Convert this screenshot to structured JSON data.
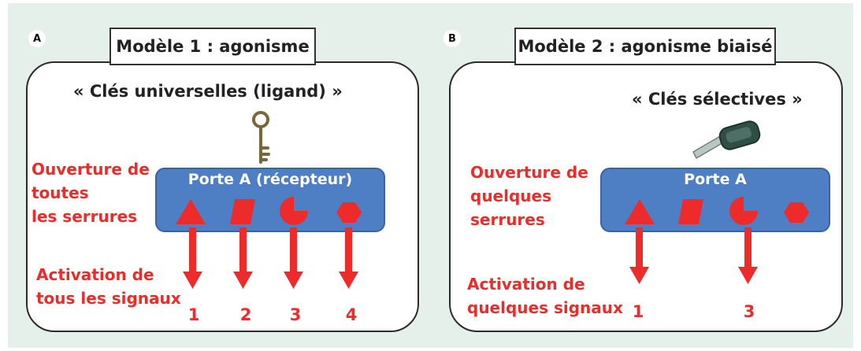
{
  "panel_a": {
    "badge": "A",
    "title": "Modèle 1 : agonisme",
    "subtitle": "« Clés universelles (ligand) »",
    "door_label": "Porte A (récepteur)",
    "opening_label": [
      "Ouverture de",
      "toutes",
      "les serrures"
    ],
    "activation_label": [
      "Activation de",
      "tous les signaux"
    ],
    "signals": [
      "1",
      "2",
      "3",
      "4"
    ]
  },
  "panel_b": {
    "badge": "B",
    "title": "Modèle 2 : agonisme biaisé",
    "subtitle": "« Clés sélectives »",
    "door_label": "Porte A",
    "opening_label": [
      "Ouverture de",
      "quelques",
      "serrures"
    ],
    "activation_label": [
      "Activation de",
      "quelques signaux"
    ],
    "signals": [
      "1",
      "3"
    ]
  },
  "colors": {
    "background": "#e6f0ea",
    "door": "#4e7fc4",
    "red": "#ee2b2b",
    "border": "#2b2b2b"
  },
  "icons": [
    "antique-key-icon",
    "modern-key-icon",
    "triangle-lock-icon",
    "parallelogram-lock-icon",
    "pacman-lock-icon",
    "hexagon-lock-icon",
    "down-arrow-icon"
  ]
}
